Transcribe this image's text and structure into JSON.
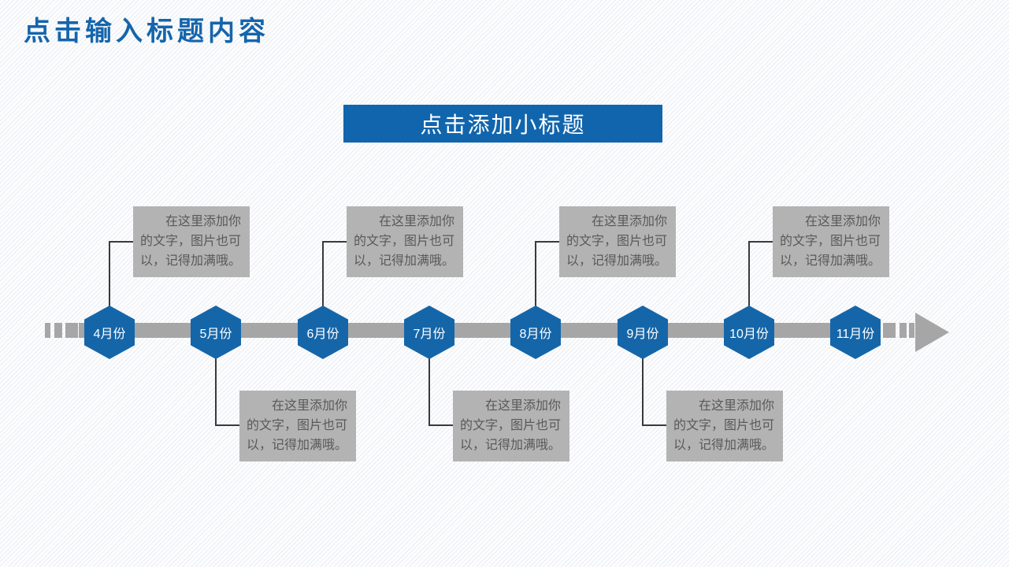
{
  "slide": {
    "title": "点击输入标题内容",
    "subtitle_banner": "点击添加小标题"
  },
  "colors": {
    "title_blue": "#1565ab",
    "banner_blue": "#1165ad",
    "hexagon_blue": "#1566a9",
    "timeline_gray": "#a6a6a6",
    "note_box_bg": "#b3b3b3",
    "note_text_gray": "#595959",
    "connector_dark": "#3a3a3a"
  },
  "icons": {
    "timeline_arrow": "right-arrowhead"
  },
  "timeline": {
    "items": [
      {
        "label": "4月份",
        "note_position": "above",
        "note": "在这里添加你的文字，图片也可以，记得加满哦。"
      },
      {
        "label": "5月份",
        "note_position": "below",
        "note": "在这里添加你的文字，图片也可以，记得加满哦。"
      },
      {
        "label": "6月份",
        "note_position": "above",
        "note": "在这里添加你的文字，图片也可以，记得加满哦。"
      },
      {
        "label": "7月份",
        "note_position": "below",
        "note": "在这里添加你的文字，图片也可以，记得加满哦。"
      },
      {
        "label": "8月份",
        "note_position": "above",
        "note": "在这里添加你的文字，图片也可以，记得加满哦。"
      },
      {
        "label": "9月份",
        "note_position": "below",
        "note": "在这里添加你的文字，图片也可以，记得加满哦。"
      },
      {
        "label": "10月份",
        "note_position": "above",
        "note": "在这里添加你的文字，图片也可以，记得加满哦。"
      },
      {
        "label": "11月份",
        "note_position": "none",
        "note": ""
      }
    ]
  }
}
